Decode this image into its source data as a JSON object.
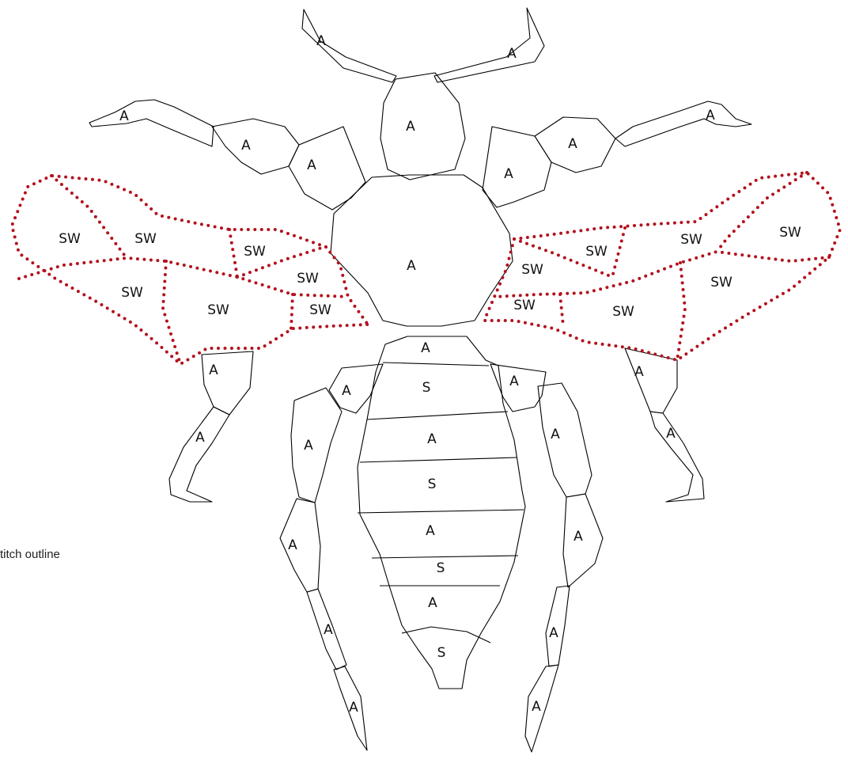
{
  "legend": {
    "text": "titch outline"
  },
  "colors": {
    "outline": "#000000",
    "dotted_stitch": "#b3121d"
  },
  "labels": {
    "A": "A",
    "S": "S",
    "SW": "SW"
  }
}
